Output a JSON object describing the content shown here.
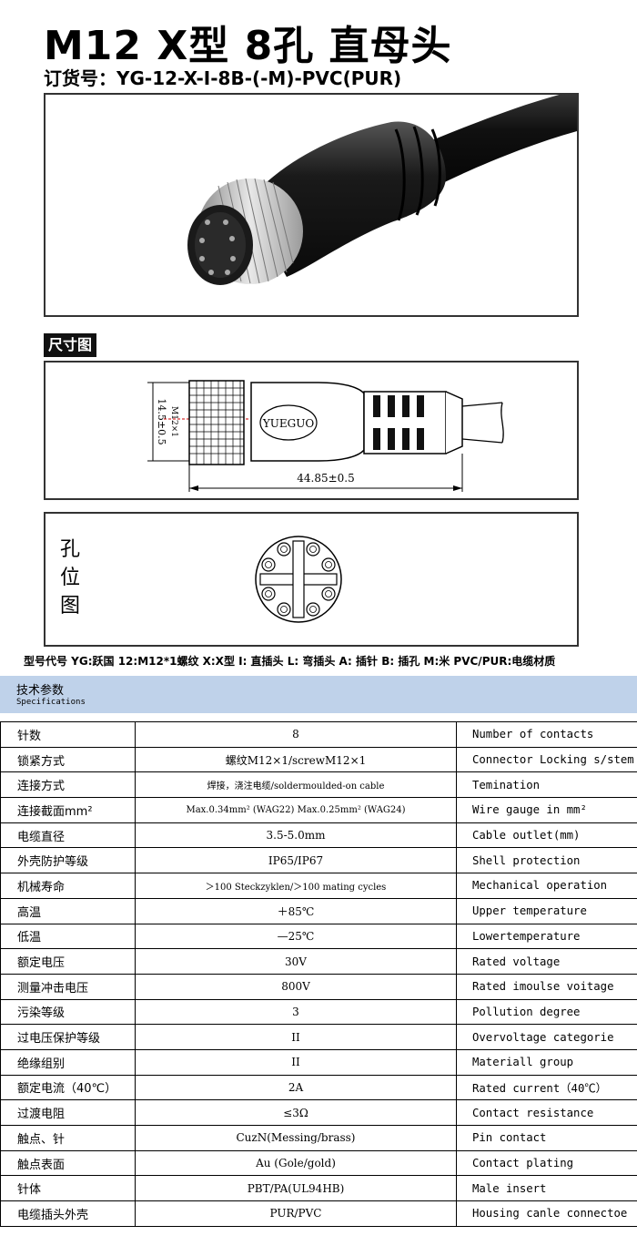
{
  "header": {
    "title": "M12 X型 8孔 直母头",
    "order_no": "订货号：YG-12-X-I-8B-(-M)-PVC(PUR)"
  },
  "dimension": {
    "section_label": "尺寸图",
    "diameter_label": "14.5±0.5",
    "thread_label": "M12×1",
    "length_label": "44.85±0.5",
    "brand_label": "YUEGUO"
  },
  "pin_layout": {
    "label_chars": [
      "孔",
      "位",
      "图"
    ]
  },
  "model_code_note": "型号代号  YG:跃国  12:M12*1螺纹  X:X型  I:  直插头  L:  弯插头  A:  插针  B:  插孔  M:米  PVC/PUR:电缆材质",
  "spec": {
    "title_cn": "技术参数",
    "title_en": "Specifications",
    "rows": [
      {
        "cn": "针数",
        "value": "8",
        "en": "Number of contacts",
        "small": false
      },
      {
        "cn": "锁紧方式",
        "value": "螺纹M12×1/screwM12×1",
        "en": "Connector Locking s/stem",
        "small": false
      },
      {
        "cn": "连接方式",
        "value": "焊接，浇注电缆/soldermoulded-on cable",
        "en": "Temination",
        "small": true
      },
      {
        "cn": "连接截面mm²",
        "value": "Max.0.34mm² (WAG22)   Max.0.25mm² (WAG24)",
        "en": "Wire gauge in mm²",
        "small": true
      },
      {
        "cn": "电缆直径",
        "value": "3.5-5.0mm",
        "en": "Cable outlet(mm)",
        "small": false
      },
      {
        "cn": "外壳防护等级",
        "value": "IP65/IP67",
        "en": "Shell protection",
        "small": false
      },
      {
        "cn": "机械寿命",
        "value": "＞100 Steckzyklen/＞100 mating cycles",
        "en": "Mechanical operation",
        "small": true
      },
      {
        "cn": "高温",
        "value": "＋85℃",
        "en": "Upper temperature",
        "small": false
      },
      {
        "cn": "低温",
        "value": "—25℃",
        "en": "Lowertemperature",
        "small": false
      },
      {
        "cn": "额定电压",
        "value": "30V",
        "en": "Rated voltage",
        "small": false
      },
      {
        "cn": "测量冲击电压",
        "value": "800V",
        "en": "Rated imoulse voitage",
        "small": false
      },
      {
        "cn": "污染等级",
        "value": "3",
        "en": "Pollution degree",
        "small": false
      },
      {
        "cn": "过电压保护等级",
        "value": "II",
        "en": "Overvoltage categorie",
        "small": false
      },
      {
        "cn": "绝缘组别",
        "value": "II",
        "en": "Materiall group",
        "small": false
      },
      {
        "cn": "额定电流（40℃）",
        "value": "2A",
        "en": "Rated current（40℃）",
        "small": false
      },
      {
        "cn": "过渡电阻",
        "value": "≤3Ω",
        "en": "Contact resistance",
        "small": false
      },
      {
        "cn": "触点、针",
        "value": "CuzN(Messing/brass)",
        "en": "Pin contact",
        "small": false
      },
      {
        "cn": "触点表面",
        "value": "Au (Gole/gold)",
        "en": "Contact plating",
        "small": false
      },
      {
        "cn": "针体",
        "value": "PBT/PA(UL94HB)",
        "en": "Male insert",
        "small": false
      },
      {
        "cn": "电缆插头外壳",
        "value": "PUR/PVC",
        "en": "Housing canle connectoe",
        "small": false
      }
    ]
  }
}
